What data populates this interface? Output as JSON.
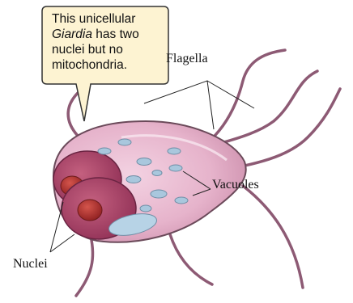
{
  "callout": {
    "line1": "This unicellular",
    "line2_italic": "Giardia",
    "line2_rest": " has two",
    "line3": "nuclei but no",
    "line4": "mitochondria."
  },
  "labels": {
    "flagella": "Flagella",
    "vacuoles": "Vacuoles",
    "nuclei": "Nuclei"
  },
  "colors": {
    "callout_fill": "#fdf3d2",
    "body_fill": "#e9b8cf",
    "body_outline": "#6b4a5a",
    "nucleus_fill": "#b0466e",
    "nucleolus_fill": "#b3312d",
    "vacuole_fill": "#a9c7dd",
    "flagellum": "#8d5a74"
  }
}
